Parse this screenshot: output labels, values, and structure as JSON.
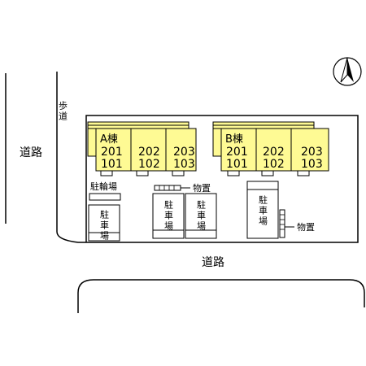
{
  "labels": {
    "road_left": "道路",
    "road_bottom": "道路",
    "sidewalk": "歩道",
    "storage_1": "物置",
    "storage_2": "物置",
    "bicycle_parking": "駐輪場",
    "parking_1": "駐車場",
    "parking_2": "駐車場",
    "parking_3": "駐車場",
    "parking_4": "駐車場"
  },
  "building_a": {
    "name": "A棟",
    "units": [
      {
        "upper": "201",
        "lower": "101"
      },
      {
        "upper": "202",
        "lower": "102"
      },
      {
        "upper": "203",
        "lower": "103"
      }
    ]
  },
  "building_b": {
    "name": "B棟",
    "units": [
      {
        "upper": "201",
        "lower": "101"
      },
      {
        "upper": "202",
        "lower": "102"
      },
      {
        "upper": "203",
        "lower": "103"
      }
    ]
  },
  "icons": {
    "compass": "north-arrow-icon"
  },
  "colors": {
    "building_fill": "#fefa94",
    "line": "#000000",
    "background": "#ffffff"
  }
}
